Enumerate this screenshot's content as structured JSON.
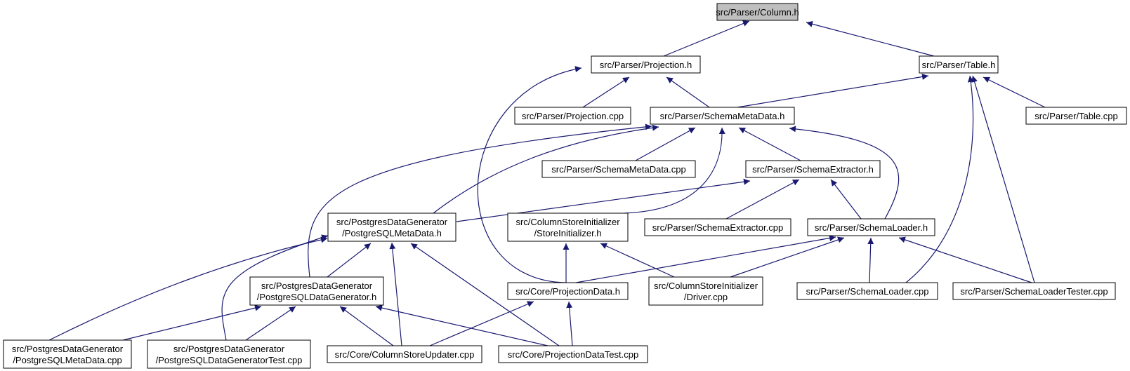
{
  "diagram": {
    "type": "include-dependency-graph",
    "colors": {
      "edge": "#191970",
      "root_fill": "#bfbfbf",
      "node_fill": "#ffffff",
      "node_border": "#000000"
    },
    "nodes": [
      {
        "id": "column_h",
        "lines": [
          "src/Parser/Column.h"
        ],
        "root": true
      },
      {
        "id": "projection_h",
        "lines": [
          "src/Parser/Projection.h"
        ]
      },
      {
        "id": "table_h",
        "lines": [
          "src/Parser/Table.h"
        ]
      },
      {
        "id": "projection_cpp",
        "lines": [
          "src/Parser/Projection.cpp"
        ]
      },
      {
        "id": "schemametadata_h",
        "lines": [
          "src/Parser/SchemaMetaData.h"
        ]
      },
      {
        "id": "table_cpp",
        "lines": [
          "src/Parser/Table.cpp"
        ]
      },
      {
        "id": "schemametadata_cpp",
        "lines": [
          "src/Parser/SchemaMetaData.cpp"
        ]
      },
      {
        "id": "schemaextractor_h",
        "lines": [
          "src/Parser/SchemaExtractor.h"
        ]
      },
      {
        "id": "pg_metadata_h",
        "lines": [
          "src/PostgresDataGenerator",
          "/PostgreSQLMetaData.h"
        ]
      },
      {
        "id": "storeinitializer_h",
        "lines": [
          "src/ColumnStoreInitializer",
          "/StoreInitializer.h"
        ]
      },
      {
        "id": "schemaextractor_cpp",
        "lines": [
          "src/Parser/SchemaExtractor.cpp"
        ]
      },
      {
        "id": "schemaloader_h",
        "lines": [
          "src/Parser/SchemaLoader.h"
        ]
      },
      {
        "id": "pg_datagenerator_h",
        "lines": [
          "src/PostgresDataGenerator",
          "/PostgreSQLDataGenerator.h"
        ]
      },
      {
        "id": "projectiondata_h",
        "lines": [
          "src/Core/ProjectionData.h"
        ]
      },
      {
        "id": "driver_cpp",
        "lines": [
          "src/ColumnStoreInitializer",
          "/Driver.cpp"
        ]
      },
      {
        "id": "schemaloader_cpp",
        "lines": [
          "src/Parser/SchemaLoader.cpp"
        ]
      },
      {
        "id": "schemaloadertester_cpp",
        "lines": [
          "src/Parser/SchemaLoaderTester.cpp"
        ]
      },
      {
        "id": "pg_metadata_cpp",
        "lines": [
          "src/PostgresDataGenerator",
          "/PostgreSQLMetaData.cpp"
        ]
      },
      {
        "id": "pg_datagentest_cpp",
        "lines": [
          "src/PostgresDataGenerator",
          "/PostgreSQLDataGeneratorTest.cpp"
        ]
      },
      {
        "id": "columnstoreupdater_cpp",
        "lines": [
          "src/Core/ColumnStoreUpdater.cpp"
        ]
      },
      {
        "id": "projectiondatatest_cpp",
        "lines": [
          "src/Core/ProjectionDataTest.cpp"
        ]
      }
    ],
    "edges": [
      {
        "from": "projection_h",
        "to": "column_h"
      },
      {
        "from": "table_h",
        "to": "column_h"
      },
      {
        "from": "projection_cpp",
        "to": "projection_h"
      },
      {
        "from": "schemametadata_h",
        "to": "projection_h"
      },
      {
        "from": "projectiondata_h",
        "to": "projection_h"
      },
      {
        "from": "schemametadata_h",
        "to": "table_h"
      },
      {
        "from": "table_cpp",
        "to": "table_h"
      },
      {
        "from": "schemaloader_cpp",
        "to": "table_h"
      },
      {
        "from": "schemaloadertester_cpp",
        "to": "table_h"
      },
      {
        "from": "schemametadata_cpp",
        "to": "schemametadata_h"
      },
      {
        "from": "schemaextractor_h",
        "to": "schemametadata_h"
      },
      {
        "from": "pg_metadata_h",
        "to": "schemametadata_h"
      },
      {
        "from": "storeinitializer_h",
        "to": "schemametadata_h"
      },
      {
        "from": "schemaloader_h",
        "to": "schemametadata_h"
      },
      {
        "from": "pg_datagenerator_h",
        "to": "schemametadata_h"
      },
      {
        "from": "pg_metadata_h",
        "to": "schemaextractor_h"
      },
      {
        "from": "schemaextractor_cpp",
        "to": "schemaextractor_h"
      },
      {
        "from": "schemaloader_h",
        "to": "schemaextractor_h"
      },
      {
        "from": "pg_datagenerator_h",
        "to": "pg_metadata_h"
      },
      {
        "from": "pg_metadata_cpp",
        "to": "pg_metadata_h"
      },
      {
        "from": "pg_datagentest_cpp",
        "to": "pg_metadata_h"
      },
      {
        "from": "columnstoreupdater_cpp",
        "to": "pg_metadata_h"
      },
      {
        "from": "projectiondatatest_cpp",
        "to": "pg_metadata_h"
      },
      {
        "from": "projectiondata_h",
        "to": "storeinitializer_h"
      },
      {
        "from": "driver_cpp",
        "to": "storeinitializer_h"
      },
      {
        "from": "projectiondata_h",
        "to": "schemaloader_h"
      },
      {
        "from": "driver_cpp",
        "to": "schemaloader_h"
      },
      {
        "from": "schemaloader_cpp",
        "to": "schemaloader_h"
      },
      {
        "from": "schemaloadertester_cpp",
        "to": "schemaloader_h"
      },
      {
        "from": "pg_metadata_cpp",
        "to": "pg_datagenerator_h"
      },
      {
        "from": "pg_datagentest_cpp",
        "to": "pg_datagenerator_h"
      },
      {
        "from": "columnstoreupdater_cpp",
        "to": "pg_datagenerator_h"
      },
      {
        "from": "projectiondatatest_cpp",
        "to": "pg_datagenerator_h"
      },
      {
        "from": "columnstoreupdater_cpp",
        "to": "projectiondata_h"
      },
      {
        "from": "projectiondatatest_cpp",
        "to": "projectiondata_h"
      }
    ]
  }
}
